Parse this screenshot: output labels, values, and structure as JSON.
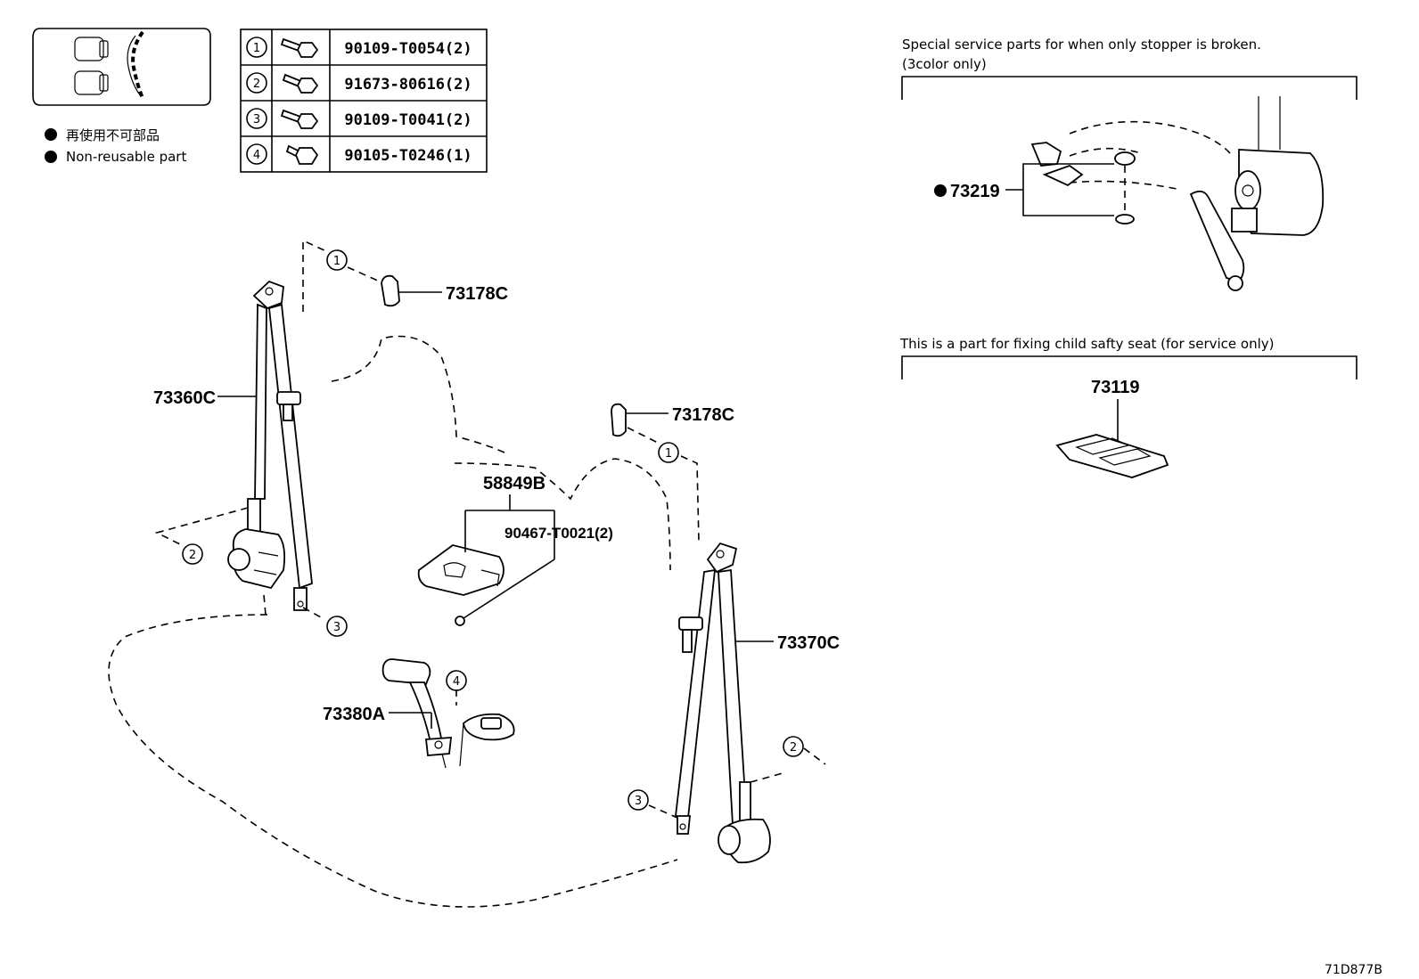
{
  "legend": {
    "japanese_text": "再使用不可部品",
    "english_text": "Non-reusable part"
  },
  "fastener_table": [
    {
      "index": "1",
      "part_number": "90109-T0054(2)"
    },
    {
      "index": "2",
      "part_number": "91673-80616(2)"
    },
    {
      "index": "3",
      "part_number": "90109-T0041(2)"
    },
    {
      "index": "4",
      "part_number": "90105-T0246(1)"
    }
  ],
  "callouts": {
    "anchor_cover_left": "73178C",
    "anchor_cover_right": "73178C",
    "belt_left": "73360C",
    "belt_right": "73370C",
    "center_belt": "73380A",
    "center_cover": "58849B",
    "center_clip": "90467-T0021(2)",
    "stopper": "73219",
    "child_seat_part": "73119"
  },
  "ref_markers": {
    "m1a": "1",
    "m1b": "1",
    "m2a": "2",
    "m2b": "2",
    "m3a": "3",
    "m3b": "3",
    "m4": "4"
  },
  "notes": {
    "special_service_line1": "Special service parts for when only stopper is broken.",
    "special_service_line2": "(3color only)",
    "child_seat": "This is a part for fixing child safty seat (for service only)"
  },
  "diagram_code": "71D877B",
  "icons": [
    "vehicle-seat-layout-icon",
    "bolt-icon",
    "non-reusable-dot-icon"
  ]
}
